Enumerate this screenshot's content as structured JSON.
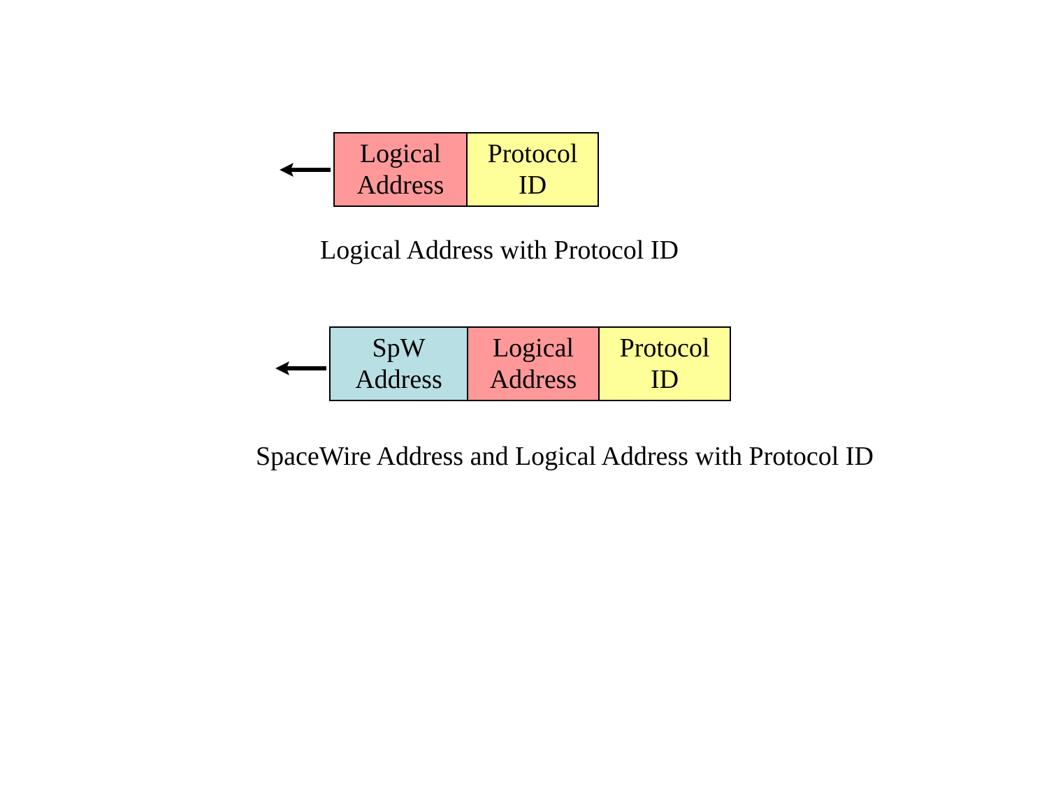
{
  "colors": {
    "spw_address": "#B8DFE3",
    "logical_address": "#FF9999",
    "protocol_id": "#FFFF99",
    "border": "#000000",
    "background": "#FFFFFF"
  },
  "diagram1": {
    "arrow_icon": "left-arrow-icon",
    "fields": [
      {
        "line1": "Logical",
        "line2": "Address"
      },
      {
        "line1": "Protocol",
        "line2": "ID"
      }
    ],
    "caption": "Logical Address with Protocol ID"
  },
  "diagram2": {
    "arrow_icon": "left-arrow-icon",
    "fields": [
      {
        "line1": "SpW",
        "line2": "Address"
      },
      {
        "line1": "Logical",
        "line2": "Address"
      },
      {
        "line1": "Protocol",
        "line2": "ID"
      }
    ],
    "caption": "SpaceWire Address and Logical Address with Protocol ID"
  }
}
